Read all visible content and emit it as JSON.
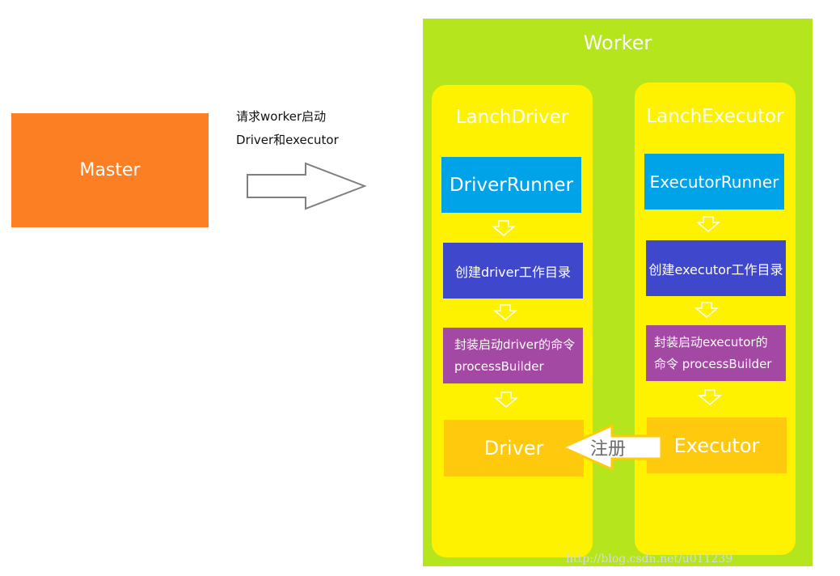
{
  "master": {
    "label": "Master"
  },
  "request": {
    "line1": "请求worker启动",
    "line2": "Driver和executor"
  },
  "worker": {
    "title": "Worker",
    "driver_column": {
      "title": "LanchDriver",
      "runner": "DriverRunner",
      "create_dir": "创建driver工作目录",
      "cmd_line1": "封装启动driver的命令",
      "cmd_line2": "processBuilder",
      "process": "Driver"
    },
    "executor_column": {
      "title": "LanchExecutor",
      "runner": "ExecutorRunner",
      "create_dir": "创建executor工作目录",
      "cmd_line1": "封装启动executor的",
      "cmd_line2": "命令 processBuilder",
      "process": "Executor"
    }
  },
  "register": {
    "label": "注册"
  },
  "watermark": "http://blog.csdn.net/u011239",
  "colors": {
    "master": "#fd7f23",
    "worker": "#b5e61d",
    "column": "#fff200",
    "runner": "#00a2e8",
    "create_dir": "#3f48cc",
    "command": "#a349a4",
    "process": "#ffc90e"
  }
}
